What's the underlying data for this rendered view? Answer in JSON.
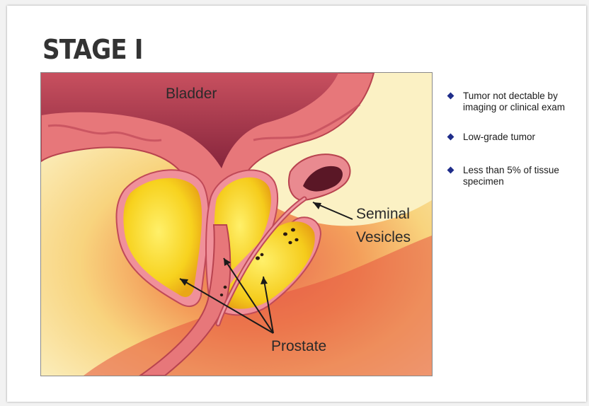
{
  "slide": {
    "title": "STAGE I",
    "figure_labels": {
      "bladder": "Bladder",
      "seminal_line1": "Seminal",
      "seminal_line2": "Vesicles",
      "prostate": "Prostate"
    },
    "bullets": [
      "Tumor not dectable by imaging or clinical exam",
      "Low-grade tumor",
      "Less than 5% of tissue specimen"
    ]
  },
  "colors": {
    "bullet_marker": "#1f2d8a",
    "tissue_pink": "#e8737a",
    "bladder_dark": "#8e2e44",
    "prostate_yellow": "#f9d92a"
  }
}
